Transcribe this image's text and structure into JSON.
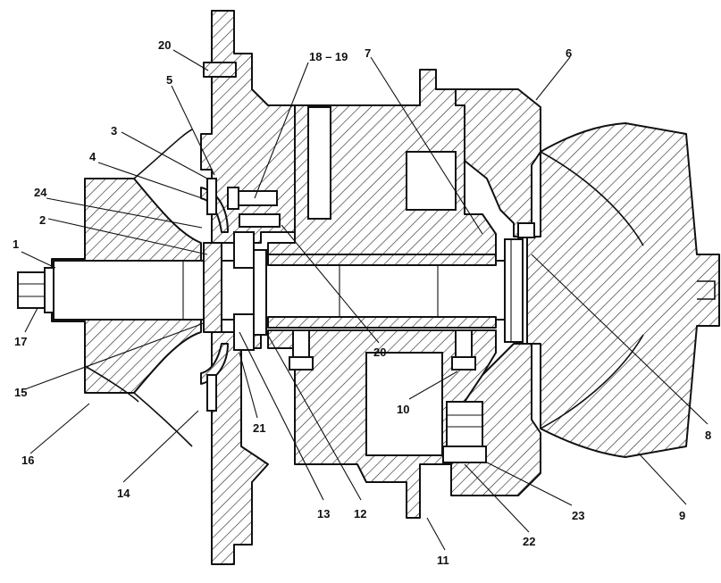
{
  "callouts": [
    {
      "id": "c1",
      "label": "1"
    },
    {
      "id": "c2",
      "label": "2"
    },
    {
      "id": "c3",
      "label": "3"
    },
    {
      "id": "c4",
      "label": "4"
    },
    {
      "id": "c5",
      "label": "5"
    },
    {
      "id": "c6",
      "label": "6"
    },
    {
      "id": "c7",
      "label": "7"
    },
    {
      "id": "c8",
      "label": "8"
    },
    {
      "id": "c9",
      "label": "9"
    },
    {
      "id": "c10",
      "label": "10"
    },
    {
      "id": "c11",
      "label": "11"
    },
    {
      "id": "c12",
      "label": "12"
    },
    {
      "id": "c13",
      "label": "13"
    },
    {
      "id": "c14",
      "label": "14"
    },
    {
      "id": "c15",
      "label": "15"
    },
    {
      "id": "c16",
      "label": "16"
    },
    {
      "id": "c17",
      "label": "17"
    },
    {
      "id": "c18",
      "label": "18 – 19"
    },
    {
      "id": "c20a",
      "label": "20"
    },
    {
      "id": "c20b",
      "label": "20"
    },
    {
      "id": "c21",
      "label": "21"
    },
    {
      "id": "c22",
      "label": "22"
    },
    {
      "id": "c23",
      "label": "23"
    },
    {
      "id": "c24",
      "label": "24"
    }
  ]
}
